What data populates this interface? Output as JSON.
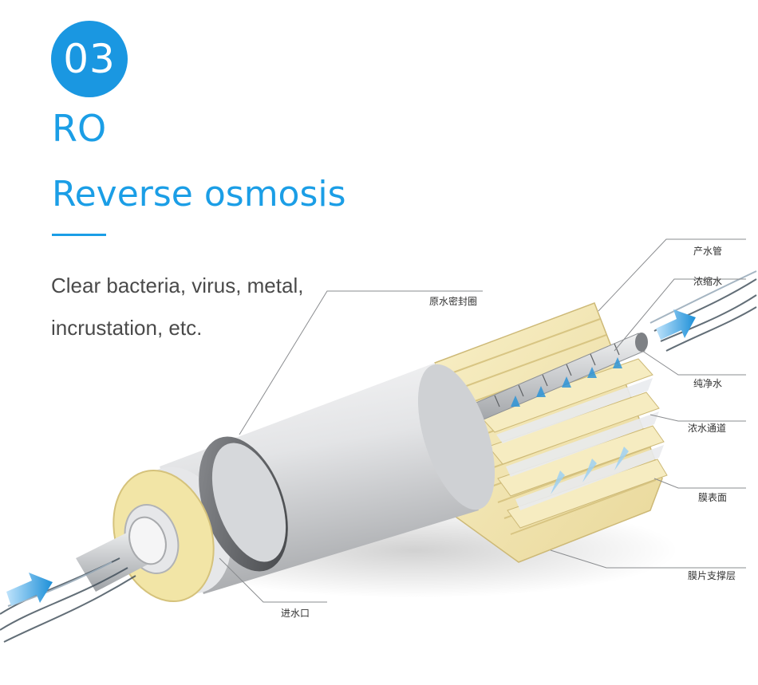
{
  "header": {
    "step_number": "03",
    "short_title": "RO",
    "title": "Reverse osmosis",
    "description": "Clear bacteria, virus, metal, incrustation, etc."
  },
  "diagram": {
    "callouts": {
      "product_tube": "产水管",
      "concentrate": "浓缩水",
      "pure_water": "纯净水",
      "concentrate_channel": "浓水通道",
      "membrane_surface": "膜表面",
      "membrane_support": "膜片支撑层",
      "raw_water_seal": "原水密封圈",
      "water_inlet": "进水口"
    }
  },
  "colors": {
    "accent": "#1b9ee6",
    "badge": "#1a97e1",
    "membrane": "#f3e6b0",
    "housing": "#d9dadc"
  }
}
